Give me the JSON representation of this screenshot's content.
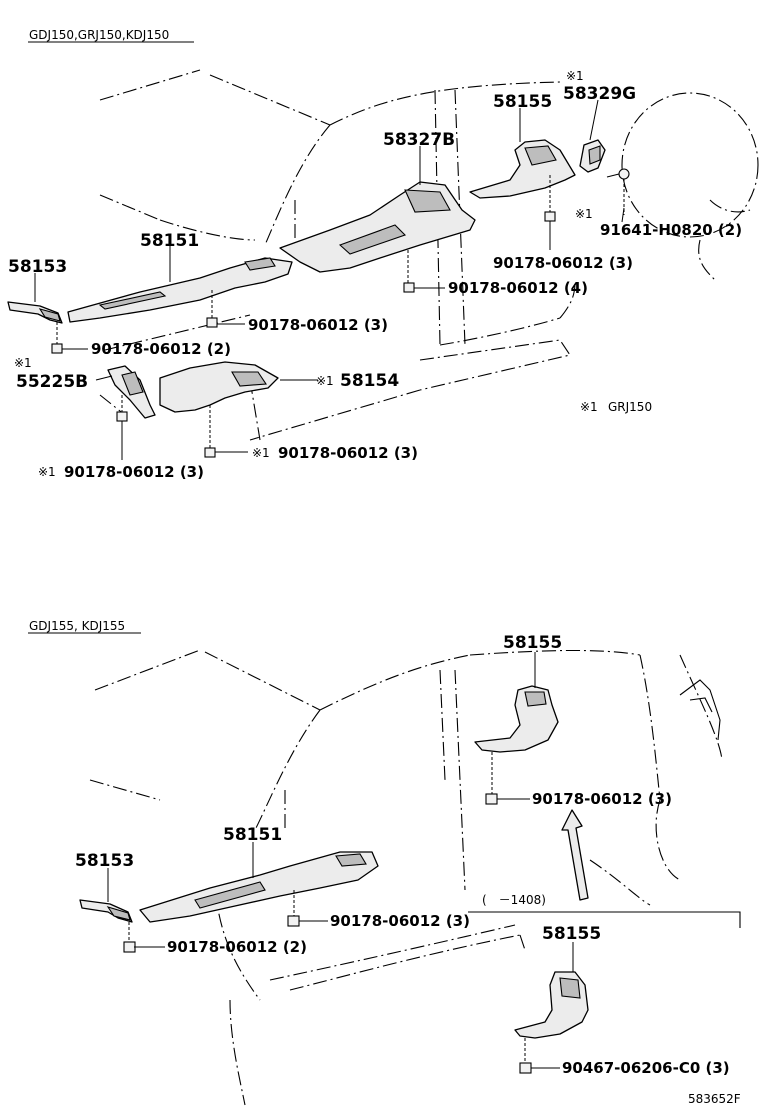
{
  "sections": [
    {
      "heading": "GDJ150,GRJ150,KDJ150",
      "labels": {
        "p58153": "58153",
        "p58151": "58151",
        "p58327b": "58327B",
        "p58155": "58155",
        "p58329g_mark": "※1",
        "p58329g": "58329G",
        "p91641_mark": "※1",
        "p91641": "91641-H0820 (2)",
        "nut_58155": "90178-06012 (3)",
        "nut_58327b": "90178-06012 (4)",
        "nut_58151": "90178-06012 (3)",
        "nut_58153": "90178-06012 (2)",
        "p55225b_mark": "※1",
        "p55225b": "55225B",
        "p58154_mark": "※1",
        "p58154": "58154",
        "nut_58154_mark": "※1",
        "nut_58154": "90178-06012 (3)",
        "nut_55225b_mark": "※1",
        "nut_55225b": "90178-06012 (3)",
        "note_mark": "※1",
        "note": "GRJ150"
      }
    },
    {
      "heading": "GDJ155, KDJ155",
      "labels": {
        "p58155_top": "58155",
        "nut_58155_top": "90178-06012 (3)",
        "p58153": "58153",
        "p58151": "58151",
        "nut_58151": "90178-06012 (3)",
        "nut_58153": "90178-06012 (2)",
        "range": "(　－1408)",
        "p58155_bottom": "58155",
        "bolt_58155_bottom": "90467-06206-C0 (3)"
      }
    }
  ],
  "figure_code": "583652F"
}
